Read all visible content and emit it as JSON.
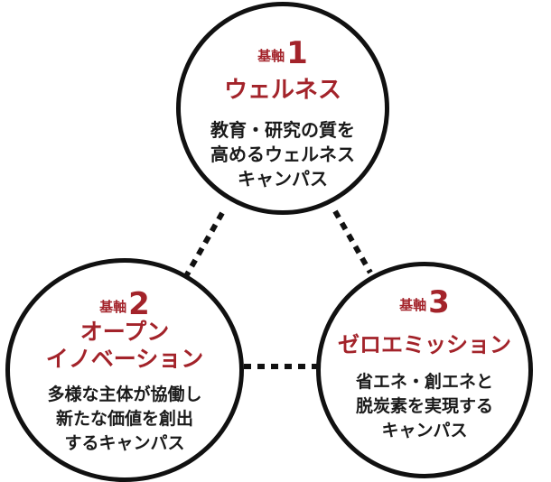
{
  "nodes": [
    {
      "prefix": "基軸",
      "number": "1",
      "title": "ウェルネス",
      "desc": [
        "教育・研究の質を",
        "高めるウェルネス",
        "キャンパス"
      ]
    },
    {
      "prefix": "基軸",
      "number": "2",
      "title": [
        "オープン",
        "イノベーション"
      ],
      "desc": [
        "多様な主体が協働し",
        "新たな価値を創出",
        "するキャンパス"
      ]
    },
    {
      "prefix": "基軸",
      "number": "3",
      "title": "ゼロエミッション",
      "desc": [
        "省エネ・創エネと",
        "脱炭素を実現する",
        "キャンパス"
      ]
    }
  ],
  "colors": {
    "accent": "#a3232a",
    "text": "#1a1a1a",
    "border": "#111111"
  }
}
